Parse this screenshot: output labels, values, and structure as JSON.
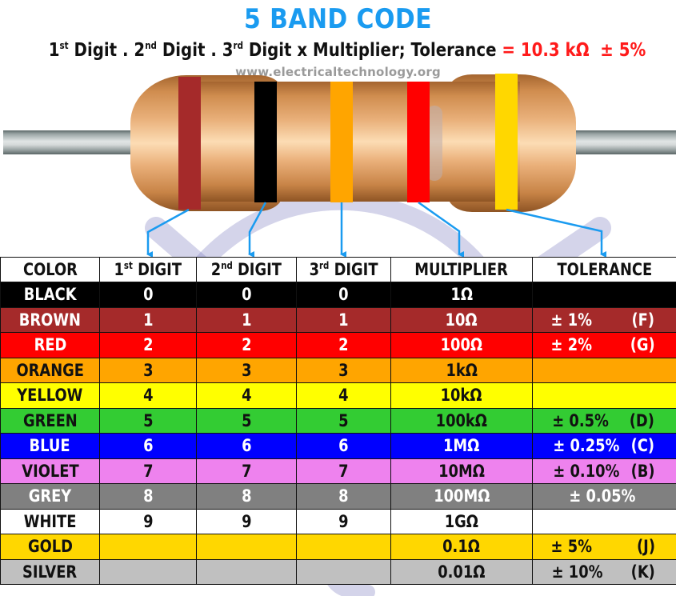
{
  "header": {
    "title": "5 BAND CODE",
    "formula": {
      "parts": [
        {
          "num": "1",
          "sup": "st",
          "label": "Digit"
        },
        {
          "num": "2",
          "sup": "nd",
          "label": "Digit"
        },
        {
          "num": "3",
          "sup": "rd",
          "label": "Digit"
        }
      ],
      "separator": ".",
      "multiplier_text": "x Multiplier",
      "tolerance_text": "; Tolerance",
      "result": "= 10.3 kΩ",
      "result_tolerance": "± 5%",
      "result_color": "#ff1a1a"
    },
    "watermark": "www.electricaltechnology.org",
    "title_color": "#1a9bf0"
  },
  "resistor": {
    "bands": [
      {
        "name": "brown",
        "color": "#a52a2a",
        "role": "1st digit",
        "value": "1"
      },
      {
        "name": "black",
        "color": "#000000",
        "role": "2nd digit",
        "value": "0"
      },
      {
        "name": "orange",
        "color": "#ffa500",
        "role": "3rd digit",
        "value": "3"
      },
      {
        "name": "red",
        "color": "#ff0000",
        "role": "multiplier",
        "value": "100Ω"
      },
      {
        "name": "gold",
        "color": "#ffd700",
        "role": "tolerance",
        "value": "± 5%"
      }
    ],
    "arrow_color": "#1a9bf0"
  },
  "table": {
    "headers": {
      "color": "COLOR",
      "d1": {
        "num": "1",
        "sup": "st",
        "label": "DIGIT"
      },
      "d2": {
        "num": "2",
        "sup": "nd",
        "label": "DIGIT"
      },
      "d3": {
        "num": "3",
        "sup": "rd",
        "label": "DIGIT"
      },
      "multiplier": "MULTIPLIER",
      "tolerance": "TOLERANCE"
    },
    "rows": [
      {
        "color": "BLACK",
        "d1": "0",
        "d2": "0",
        "d3": "0",
        "multiplier": "1Ω",
        "tolerance": "",
        "code": "",
        "bg": "#000000",
        "fg": "#ffffff"
      },
      {
        "color": "BROWN",
        "d1": "1",
        "d2": "1",
        "d3": "1",
        "multiplier": "10Ω",
        "tolerance": "± 1%",
        "code": "(F)",
        "bg": "#a52a2a",
        "fg": "#ffffff"
      },
      {
        "color": "RED",
        "d1": "2",
        "d2": "2",
        "d3": "2",
        "multiplier": "100Ω",
        "tolerance": "± 2%",
        "code": "(G)",
        "bg": "#ff0000",
        "fg": "#ffffff"
      },
      {
        "color": "ORANGE",
        "d1": "3",
        "d2": "3",
        "d3": "3",
        "multiplier": "1kΩ",
        "tolerance": "",
        "code": "",
        "bg": "#ffa500",
        "fg": "#111111"
      },
      {
        "color": "YELLOW",
        "d1": "4",
        "d2": "4",
        "d3": "4",
        "multiplier": "10kΩ",
        "tolerance": "",
        "code": "",
        "bg": "#ffff00",
        "fg": "#111111"
      },
      {
        "color": "GREEN",
        "d1": "5",
        "d2": "5",
        "d3": "5",
        "multiplier": "100kΩ",
        "tolerance": "± 0.5%",
        "code": "(D)",
        "bg": "#33cc33",
        "fg": "#111111"
      },
      {
        "color": "BLUE",
        "d1": "6",
        "d2": "6",
        "d3": "6",
        "multiplier": "1MΩ",
        "tolerance": "± 0.25%",
        "code": "(C)",
        "bg": "#0000ff",
        "fg": "#ffffff"
      },
      {
        "color": "VIOLET",
        "d1": "7",
        "d2": "7",
        "d3": "7",
        "multiplier": "10MΩ",
        "tolerance": "± 0.10%",
        "code": "(B)",
        "bg": "#ee82ee",
        "fg": "#111111"
      },
      {
        "color": "GREY",
        "d1": "8",
        "d2": "8",
        "d3": "8",
        "multiplier": "100MΩ",
        "tolerance": "± 0.05%",
        "code": "",
        "bg": "#808080",
        "fg": "#ffffff"
      },
      {
        "color": "WHITE",
        "d1": "9",
        "d2": "9",
        "d3": "9",
        "multiplier": "1GΩ",
        "tolerance": "",
        "code": "",
        "bg": "#ffffff",
        "fg": "#111111"
      },
      {
        "color": "GOLD",
        "d1": "",
        "d2": "",
        "d3": "",
        "multiplier": "0.1Ω",
        "tolerance": "± 5%",
        "code": "(J)",
        "bg": "#ffd700",
        "fg": "#111111"
      },
      {
        "color": "SILVER",
        "d1": "",
        "d2": "",
        "d3": "",
        "multiplier": "0.01Ω",
        "tolerance": "± 10%",
        "code": "(K)",
        "bg": "#c0c0c0",
        "fg": "#111111"
      }
    ]
  }
}
